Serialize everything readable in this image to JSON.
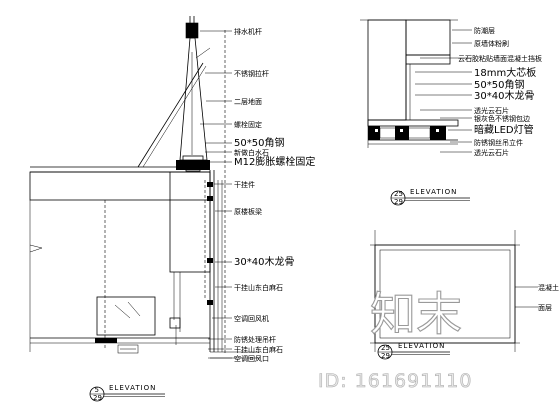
{
  "detail_left": {
    "labels": [
      "排水机杆",
      "不锈钢拉杆",
      "二层地面",
      "螺栓固定",
      "50*50角钢",
      "新做白水石",
      "M12膨胀螺栓固定",
      "干挂件",
      "原楼板梁",
      "30*40木龙骨",
      "干挂山东白麻石",
      "空调回风机",
      "防锈处理吊杆",
      "干挂山东白麻石",
      "空调回风口"
    ],
    "title": "ELEVATION",
    "symbol_top": "5",
    "symbol_bottom": "29"
  },
  "detail_top_right": {
    "labels": [
      "防潮层",
      "原墙体粉刷",
      "云石胶粘贴墙面混凝土挡板",
      "18mm大芯板",
      "50*50角钢",
      "30*40木龙骨",
      "透光云石片",
      "银灰色不锈钢包边",
      "暗藏LED灯管",
      "防锈钢丝吊立件",
      "透光云石片"
    ],
    "title": "ELEVATION",
    "symbol_top": "25",
    "symbol_bottom": "29"
  },
  "detail_bottom_right": {
    "labels": [
      "混凝土",
      "面层"
    ],
    "title": "ELEVATION",
    "symbol_top": "25",
    "symbol_bottom": "29"
  },
  "watermark": {
    "logo_text": "知末",
    "id_text": "ID: 161691110"
  }
}
